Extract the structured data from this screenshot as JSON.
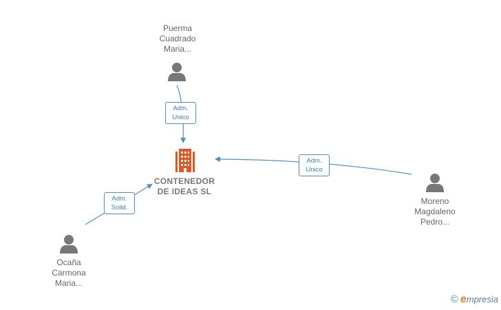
{
  "company": {
    "name_line1": "CONTENEDOR",
    "name_line2": "DE IDEAS  SL",
    "icon": "building-icon",
    "color": "#e8541e"
  },
  "people": [
    {
      "line1": "Puerma",
      "line2": "Cuadrado",
      "line3": "Maria...",
      "icon": "person-icon"
    },
    {
      "line1": "Moreno",
      "line2": "Magdaleno",
      "line3": "Pedro...",
      "icon": "person-icon"
    },
    {
      "line1": "Ocaña",
      "line2": "Carmona",
      "line3": "Maria...",
      "icon": "person-icon"
    }
  ],
  "relations": [
    {
      "line1": "Adm.",
      "line2": "Unico"
    },
    {
      "line1": "Adm.",
      "line2": "Unico"
    },
    {
      "line1": "Adm.",
      "line2": "Solid."
    }
  ],
  "colors": {
    "edge": "#4a8fd8",
    "node_icon": "#777777"
  },
  "watermark": {
    "symbol": "©",
    "brand_initial": "e",
    "brand_rest": "mpresia"
  }
}
